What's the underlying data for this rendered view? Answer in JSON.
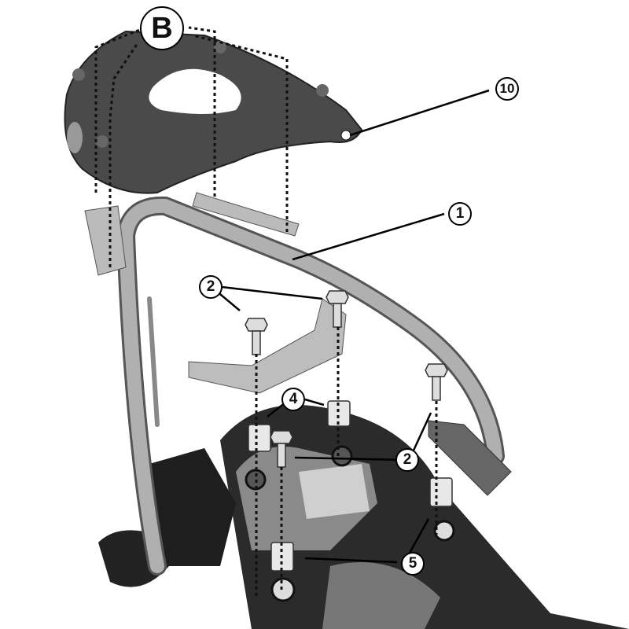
{
  "diagram": {
    "type": "exploded-assembly",
    "subject": "Top case rear rack mounting kit on motorcycle tail",
    "colors": {
      "background": "#ffffff",
      "plate": "#4a4a4a",
      "tube": "#a8a8a8",
      "bike": "#2a2a2a",
      "line": "#000000"
    }
  },
  "callouts": [
    {
      "id": "B",
      "label": "B",
      "part": "Top case base plate mounting points"
    },
    {
      "id": "10",
      "label": "10",
      "part": "Monolock base plate"
    },
    {
      "id": "1",
      "label": "1",
      "part": "Rack frame tube"
    },
    {
      "id": "2a",
      "label": "2",
      "part": "Hex flange bolts (upper)"
    },
    {
      "id": "2b",
      "label": "2",
      "part": "Hex flange bolts (lower)"
    },
    {
      "id": "4",
      "label": "4",
      "part": "Spacers"
    },
    {
      "id": "5",
      "label": "5",
      "part": "Spacers (lower)"
    }
  ]
}
